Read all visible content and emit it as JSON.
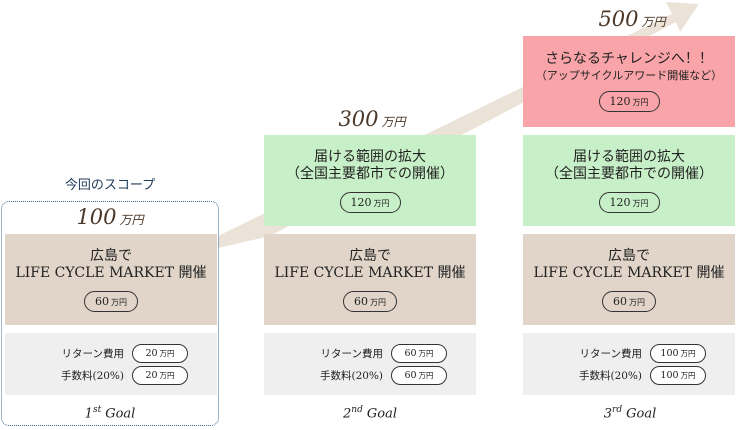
{
  "scope_label": "今回のスコープ",
  "goals": [
    {
      "amount": "100",
      "amount_unit": "万円",
      "caption_num": "1",
      "caption_sup": "st",
      "caption_word": "Goal",
      "base": {
        "line1": "広島で",
        "line2": "LIFE CYCLE MARKET 開催",
        "cost": "60",
        "cost_unit": "万円"
      },
      "costs": [
        {
          "label": "リターン費用",
          "value": "20",
          "unit": "万円"
        },
        {
          "label": "手数料(20%)",
          "value": "20",
          "unit": "万円"
        }
      ]
    },
    {
      "amount": "300",
      "amount_unit": "万円",
      "caption_num": "2",
      "caption_sup": "nd",
      "caption_word": "Goal",
      "expand": {
        "line1": "届ける範囲の拡大",
        "line2": "（全国主要都市での開催）",
        "cost": "120",
        "cost_unit": "万円"
      },
      "base": {
        "line1": "広島で",
        "line2": "LIFE CYCLE MARKET 開催",
        "cost": "60",
        "cost_unit": "万円"
      },
      "costs": [
        {
          "label": "リターン費用",
          "value": "60",
          "unit": "万円"
        },
        {
          "label": "手数料(20%)",
          "value": "60",
          "unit": "万円"
        }
      ]
    },
    {
      "amount": "500",
      "amount_unit": "万円",
      "caption_num": "3",
      "caption_sup": "rd",
      "caption_word": "Goal",
      "challenge": {
        "line1": "さらなるチャレンジへ！！",
        "line2": "（アップサイクルアワード開催など）",
        "cost": "120",
        "cost_unit": "万円"
      },
      "expand": {
        "line1": "届ける範囲の拡大",
        "line2": "（全国主要都市での開催）",
        "cost": "120",
        "cost_unit": "万円"
      },
      "base": {
        "line1": "広島で",
        "line2": "LIFE CYCLE MARKET 開催",
        "cost": "60",
        "cost_unit": "万円"
      },
      "costs": [
        {
          "label": "リターン費用",
          "value": "100",
          "unit": "万円"
        },
        {
          "label": "手数料(20%)",
          "value": "100",
          "unit": "万円"
        }
      ]
    }
  ],
  "colors": {
    "base_block": "#e0d5c8",
    "expand_block": "#c8f0c8",
    "challenge_block": "#f9a4a8",
    "cost_block": "#efefef",
    "arrow": "#ece3d8",
    "scope_border": "#3a6a9a"
  }
}
